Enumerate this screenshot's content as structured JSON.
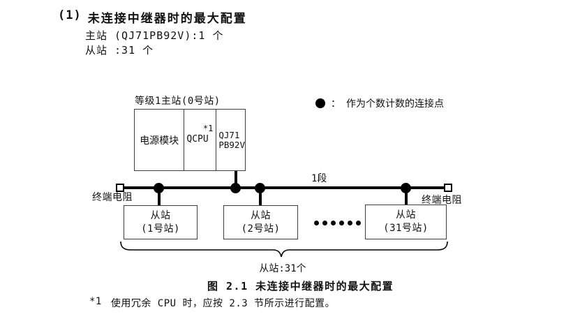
{
  "colors": {
    "background": "#ffffff",
    "ink": "#111111",
    "box_border": "#3f3f3f",
    "bus_line": "#000000"
  },
  "heading": {
    "number": "(1)",
    "text": "未连接中继器时的最大配置"
  },
  "summary": {
    "master": "主站 (QJ71PB92V):1 个",
    "slave": "从站 :31 个"
  },
  "diagram": {
    "master_station": {
      "label": "等级1主站(0号站)",
      "cells": [
        {
          "label": "电源模块"
        },
        {
          "label": "QCPU",
          "note": "*1"
        },
        {
          "line1": "QJ71",
          "line2": "PB92V"
        }
      ]
    },
    "legend": {
      "separator": "：",
      "text": "作为个数计数的连接点"
    },
    "segment_label": "1段",
    "terminators": {
      "left": "终端电阻",
      "right": "终端电阻"
    },
    "slaves": [
      {
        "line1": "从站",
        "line2": "(1号站)"
      },
      {
        "line1": "从站",
        "line2": "(2号站)"
      },
      {
        "line1": "从站",
        "line2": "(31号站)"
      }
    ],
    "brace_label": "从站:31个"
  },
  "caption": "图 2.1 未连接中继器时的最大配置",
  "footnote": {
    "marker": "*1",
    "text": "使用冗余 CPU 时，应按 2.3 节所示进行配置。"
  }
}
